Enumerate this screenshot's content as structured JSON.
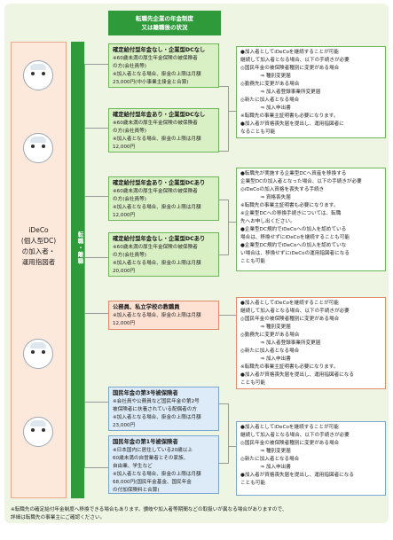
{
  "header": {
    "line1": "転職先企業の年金制度",
    "line2": "又は離職後の状況"
  },
  "left": {
    "line1": "iDeCo",
    "line2": "(個人型DC)",
    "line3": "の加入者・",
    "line4": "運用指図者"
  },
  "vertical_label": "転職・離職",
  "mid_boxes": [
    {
      "title": "確定給付型年金なし・企業型DCなし",
      "lines": [
        "※60歳未満の厚生年金保険の被保険者",
        "の方(会社員等)",
        "※加入者となる場合、掛金の上限は月額",
        "23,000円(中小事業主掛金と合算)"
      ]
    },
    {
      "title": "確定給付型年金あり・企業型DCなし",
      "lines": [
        "※60歳未満の厚生年金保険の被保険者",
        "の方(会社員等)",
        "※加入者となる場合、掛金の上限は月額",
        "12,000円"
      ]
    },
    {
      "title": "確定給付型年金あり・企業型DCあり",
      "lines": [
        "※60歳未満の厚生年金保険の被保険者",
        "の方(会社員等)",
        "※加入者となる場合、掛金の上限は月額",
        "12,000円"
      ]
    },
    {
      "title": "確定給付型年金なし・企業型DCあり",
      "lines": [
        "※60歳未満の厚生年金保険の被保険者",
        "の方(会社員等)",
        "※加入者となる場合、掛金の上限は月額",
        "20,000円"
      ]
    },
    {
      "title": "公務員、私立学校の教職員",
      "lines": [
        "※加入者となる場合、掛金の上限は月額",
        "12,000円"
      ]
    },
    {
      "title": "国民年金の第3号被保険者",
      "lines": [
        "※会社員や公務員など国民年金の第2号",
        "被保険者に扶養されている配偶者の方",
        "※加入者となる場合、掛金の上限は月額",
        "23,000円"
      ]
    },
    {
      "title": "国民年金の第1号被保険者",
      "lines": [
        "※日本国内に居住している20歳以上",
        "60歳未満の自営業者とその家族、",
        "自由業、学生など",
        "※加入者となる場合、掛金の上限は月額",
        "68,000円(国民年金基金、国民年金",
        "の付加保険料と合算)"
      ]
    }
  ],
  "right_boxes": [
    {
      "lines": [
        "●加入者としてiDeCoを継続することが可能",
        "継続して加入者となる場合、以下の手続きが必要",
        "◎国民年金の被保険者種別に変更がある場合",
        "　　　　⇒ 種別変更届",
        "◎勤務先に変更がある場合",
        "　　　　⇒ 加入者登録事業所変更届",
        "◎新たに加入者となる場合",
        "　　　　⇒ 加入申出書",
        "※転職先の事業主証明書も必要になります。",
        "●加入者が資格喪失届を提出し、運用指図者に",
        "なることも可能"
      ]
    },
    {
      "lines": [
        "●転職先が実施する企業型DCへ資産を移換する",
        "企業型DCの加入者となった場合、以下の手続きが必要",
        "◎iDeCoの加入資格を喪失する手続き",
        "　　　　⇒ 資格喪失届",
        "※転職先の事業主証明書も必要になります。",
        "※企業型DCへの移換手続きについては、転職",
        "先へお申し出ください。",
        "●企業型DC規約でiDeCoへの加入を認めている",
        "場合は、移換せずにiDeCoを継続することも可能",
        "●企業型DC規約でiDeCoへの加入を認めていな",
        "い場合は、移換せずにiDeCoの運用指図者になる",
        "ことも可能"
      ]
    },
    {
      "lines": [
        "●加入者としてiDeCoを継続することが可能",
        "継続して加入者となる場合、以下の手続きが必要",
        "◎国民年金の被保険者種別に変更がある場合",
        "　　　　⇒ 種別変更届",
        "◎勤務先に変更がある場合",
        "　　　　⇒ 加入者登録事業所変更届",
        "◎新たに加入者となる場合",
        "　　　　⇒ 加入申出書",
        "※転職先の事業主証明書も必要になります。",
        "●加入者が資格喪失届を提出し、運用指図者になる",
        "ことも可能"
      ]
    },
    {
      "lines": [
        "●加入者としてiDeCoを継続することが可能",
        "継続して加入者となる場合、以下の手続きが必要",
        "◎国民年金の被保険者種別に変更がある場合",
        "　　　　⇒ 種別変更届",
        "◎新たに加入者となる場合",
        "　　　　⇒ 加入申出書",
        "●加入者が資格喪失届を提出し、運用指図者になる",
        "ことも可能"
      ]
    }
  ],
  "footnote": {
    "line1": "※転職先の確定給付年金制度へ移換できる場合もあります。讃岐や加入者等期間などの取扱いが異なる場合がありますので、",
    "line2": "詳細は転職先の事業主にご確認ください。"
  },
  "colors": {
    "green": "#2e9a3a",
    "light_green": "#d9efc4",
    "light_orange": "#fde1d2",
    "light_blue": "#dcebf7",
    "left_panel": "#fde8dc"
  }
}
